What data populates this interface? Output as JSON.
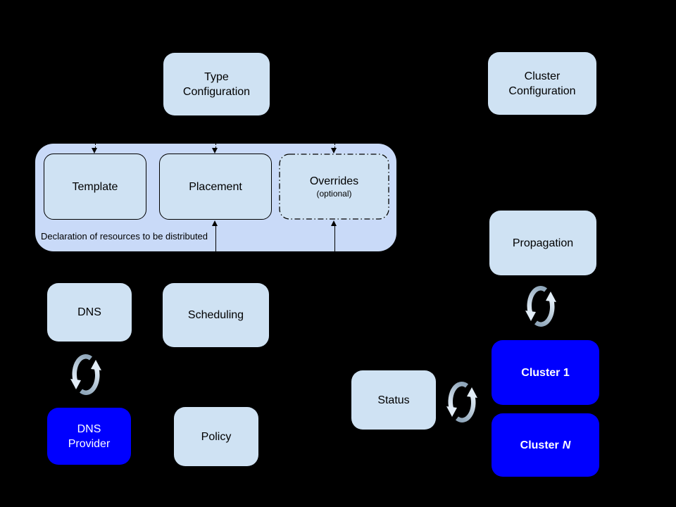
{
  "diagram": {
    "nodes": {
      "type_configuration": {
        "line1": "Type",
        "line2": "Configuration"
      },
      "cluster_configuration": {
        "line1": "Cluster",
        "line2": "Configuration"
      },
      "template": {
        "label": "Template"
      },
      "placement": {
        "label": "Placement"
      },
      "overrides": {
        "label": "Overrides",
        "sublabel": "(optional)"
      },
      "declaration_group": {
        "caption": "Declaration of resources to be distributed"
      },
      "dns": {
        "label": "DNS"
      },
      "scheduling": {
        "label": "Scheduling"
      },
      "dns_provider": {
        "line1": "DNS",
        "line2": "Provider"
      },
      "policy": {
        "label": "Policy"
      },
      "status": {
        "label": "Status"
      },
      "propagation": {
        "label": "Propagation"
      },
      "cluster_1": {
        "label": "Cluster 1"
      },
      "cluster_n": {
        "prefix": "Cluster",
        "suffix": "N"
      }
    }
  },
  "colors": {
    "canvas_bg": "#000000",
    "container_fill": "#c9daf8",
    "box_fill": "#cfe2f3",
    "blue_fill": "#0000ff",
    "box_text": "#000000",
    "blue_text": "#ffffff",
    "line_color": "#000000",
    "sync_tail": "#8fa6ba",
    "sync_head": "#e2edf7"
  }
}
